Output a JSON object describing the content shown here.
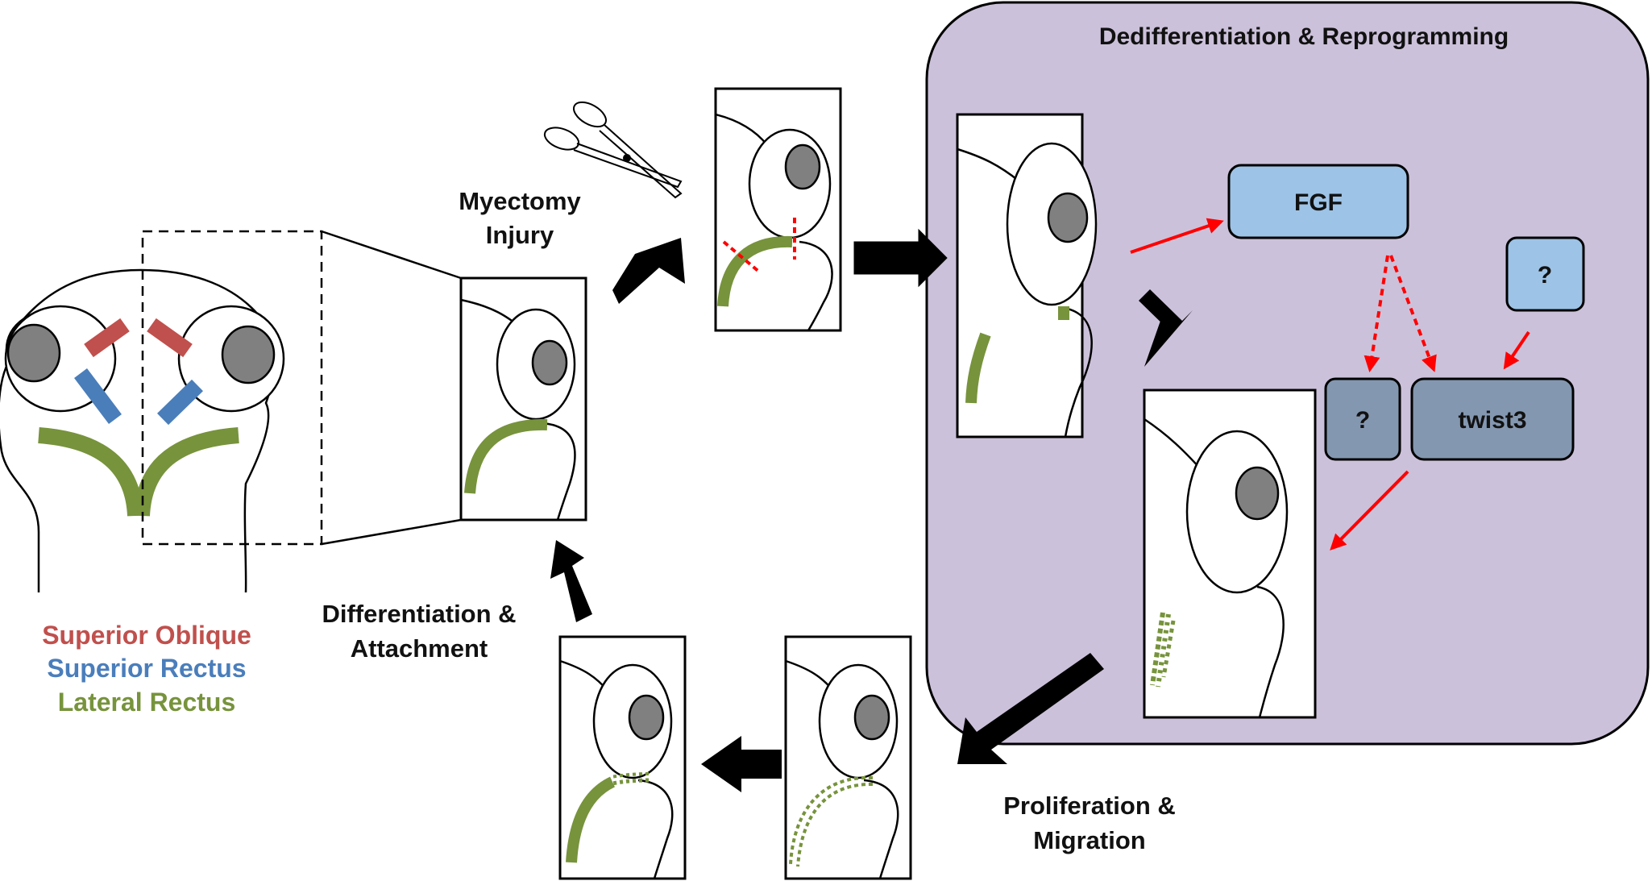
{
  "title": "Dedifferentiation & Reprogramming",
  "legend": [
    {
      "text": "Superior Oblique",
      "color": "#c0504d"
    },
    {
      "text": "Superior Rectus",
      "color": "#4a7ebb"
    },
    {
      "text": "Lateral Rectus",
      "color": "#77933c"
    }
  ],
  "steps": {
    "injury": [
      "Myectomy",
      "Injury"
    ],
    "differentiation": [
      "Differentiation &",
      "Attachment"
    ],
    "proliferation": [
      "Proliferation &",
      "Migration"
    ]
  },
  "nodes": {
    "fgf": "FGF",
    "unknown_upstream": "?",
    "unknown_downstream": "?",
    "twist3": "twist3"
  },
  "colors": {
    "panel_fill": "#ccc1da",
    "node_light": "#9dc3e6",
    "node_dark": "#8497b0",
    "muscle_green": "#77933c",
    "superior_oblique": "#c0504d",
    "superior_rectus": "#4a7ebb",
    "lens_gray": "#808080",
    "signal_red": "#ff0000",
    "flow_black": "#000000"
  }
}
